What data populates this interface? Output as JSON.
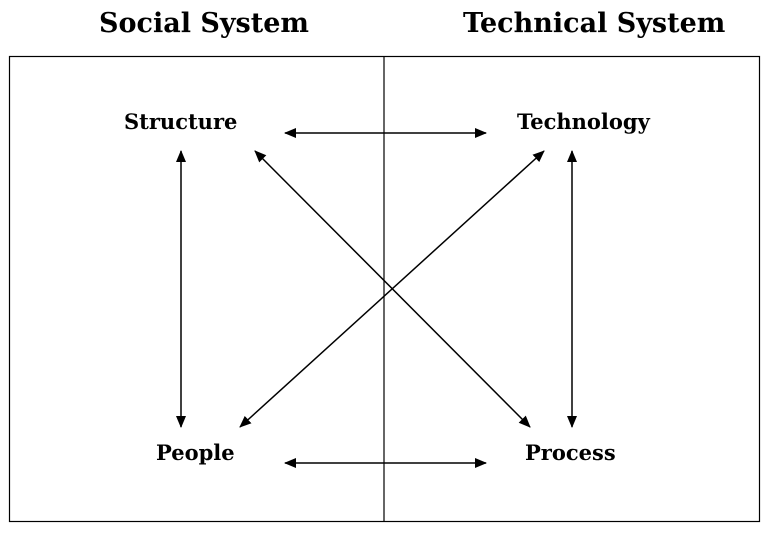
{
  "headers": {
    "social": "Social System",
    "technical": "Technical System"
  },
  "nodes": {
    "structure": "Structure",
    "technology": "Technology",
    "people": "People",
    "process": "Process"
  },
  "relationships": [
    {
      "from": "structure",
      "to": "technology",
      "direction": "both"
    },
    {
      "from": "people",
      "to": "process",
      "direction": "both"
    },
    {
      "from": "structure",
      "to": "people",
      "direction": "both"
    },
    {
      "from": "technology",
      "to": "process",
      "direction": "both"
    },
    {
      "from": "structure",
      "to": "process",
      "direction": "both"
    },
    {
      "from": "technology",
      "to": "people",
      "direction": "both"
    }
  ]
}
